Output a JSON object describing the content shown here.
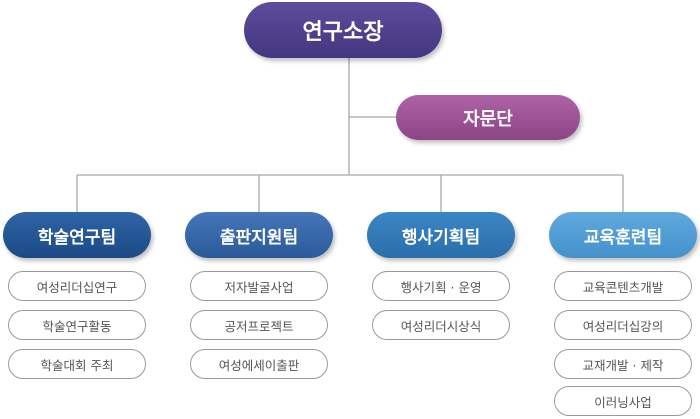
{
  "director": {
    "label": "연구소장"
  },
  "advisory": {
    "label": "자문단"
  },
  "teams": [
    {
      "label": "학술연구팀",
      "color_top": "#2e64a6",
      "color_bottom": "#1c4a85",
      "items": [
        "여성리더십연구",
        "학술연구활동",
        "학술대회 주최"
      ]
    },
    {
      "label": "출판지원팀",
      "color_top": "#4476b9",
      "color_bottom": "#2b5a99",
      "items": [
        "저자발굴사업",
        "공저프로젝트",
        "여성에세이출판"
      ]
    },
    {
      "label": "행사기획팀",
      "color_top": "#3c86c5",
      "color_bottom": "#2a6eaa",
      "items": [
        "행사기획 · 운영",
        "여성리더시상식"
      ]
    },
    {
      "label": "교육훈련팀",
      "color_top": "#5fa9dd",
      "color_bottom": "#4591cb",
      "items": [
        "교육콘텐츠개발",
        "여성리더십강의",
        "교재개발 · 제작",
        "이러닝사업"
      ]
    }
  ],
  "colors": {
    "line": "#a0a0a0",
    "sub_border": "#9a9a9a"
  }
}
